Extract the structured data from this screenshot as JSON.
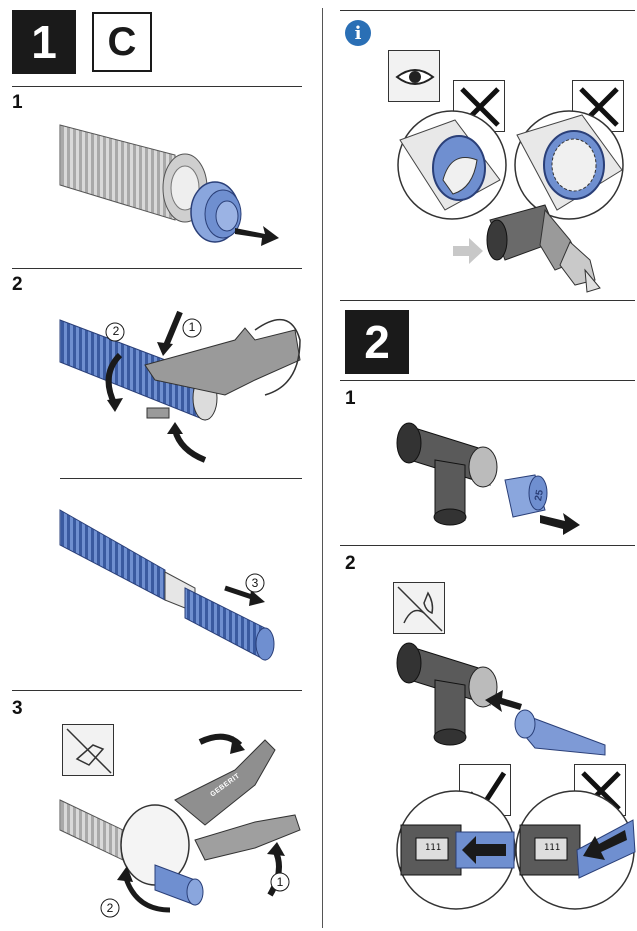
{
  "left_panel": {
    "badge_number": "1",
    "badge_letter": "C",
    "steps": [
      "1",
      "2",
      "3"
    ],
    "callouts": {
      "step2_tool": "1",
      "step2_rotate": "2",
      "step2_pull": "3",
      "step3_press": "1",
      "step3_rotate": "2"
    },
    "tool_brand": "GEBERIT"
  },
  "right_panel": {
    "info_glyph": "i",
    "badge_number": "2",
    "steps": [
      "1",
      "2"
    ],
    "fitting_label": "25",
    "counter_label_left": "111",
    "counter_label_right": "111"
  },
  "colors": {
    "pipe_blue": "#6f8fd0",
    "pipe_blue_dark": "#3a5aa0",
    "fitting_gray": "#5a5a5a",
    "info_blue": "#2a6fb5",
    "arrow_gray": "#c8c8c8"
  },
  "icons": [
    "eye-icon",
    "cross-mark-icon",
    "check-mark-icon",
    "info-icon",
    "cut-pipe-forbidden-icon",
    "lubricant-forbidden-icon"
  ]
}
